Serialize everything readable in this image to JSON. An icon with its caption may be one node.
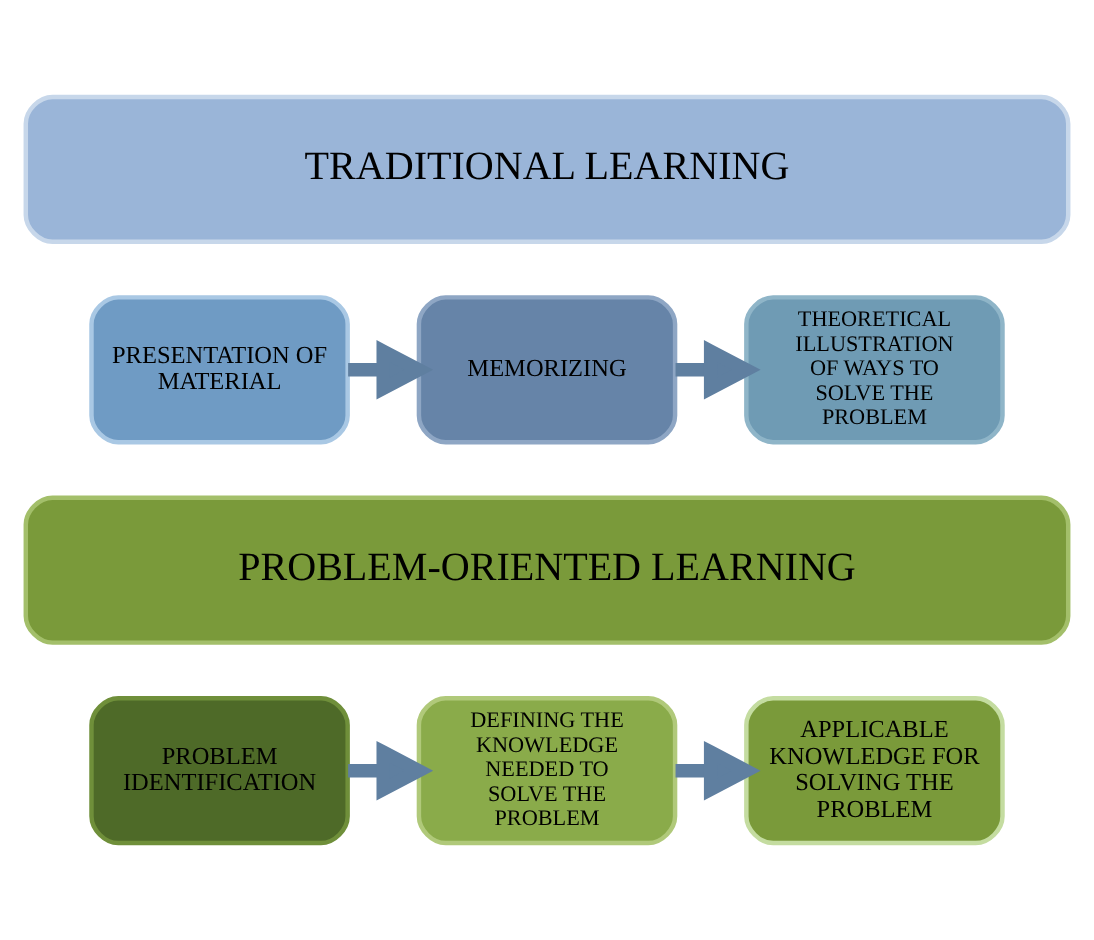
{
  "diagram": {
    "nodes": [
      {
        "text": [
          "TRADITIONAL LEARNING"
        ]
      },
      {
        "text": [
          "PRESENTATION OF MATERIAL"
        ]
      },
      {
        "text": [
          "MEMORIZING"
        ]
      },
      {
        "text": [
          "THEORETICAL ILLUSTRATION OF WAYS TO SOLVE THE PROBLEM"
        ]
      },
      {
        "text": [
          "PROBLEM-ORIENTED LEARNING"
        ]
      },
      {
        "text": [
          "PROBLEM IDENTIFICATION"
        ]
      },
      {
        "text": [
          "DEFINING THE KNOWLEDGE NEEDED TO SOLVE THE PROBLEM"
        ]
      },
      {
        "text": [
          "APPLICABLE KNOWLEDGE FOR SOLVING THE PROBLEM"
        ]
      }
    ],
    "edges": [
      {
        "from": 1,
        "to": 2,
        "arrow": "to"
      },
      {
        "from": 2,
        "to": 3,
        "arrow": "to"
      },
      {
        "from": 5,
        "to": 6,
        "arrow": "to"
      },
      {
        "from": 6,
        "to": 7,
        "arrow": "to"
      }
    ]
  }
}
